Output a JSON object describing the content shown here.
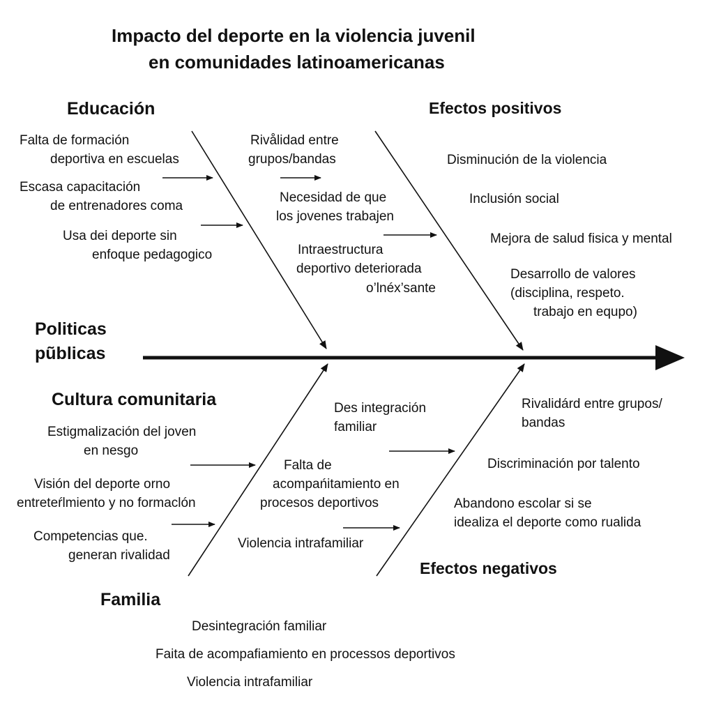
{
  "title": {
    "line1": "Impacto del deporte en la violencia juvenil",
    "line2": "en comunidades latinoamericanas"
  },
  "categories": {
    "educacion": "Educación",
    "efectos_positivos": "Efectos positivos",
    "politicas": {
      "line1": "Politicas",
      "line2": "pũblicas"
    },
    "cultura": "Cultura comunitaria",
    "efectos_negativos": "Efectos negativos",
    "familia": "Familia"
  },
  "educacion_items": [
    {
      "l1": "Falta de formación",
      "l2": "deportiva en escuelas"
    },
    {
      "l1": "Escasa capacitación",
      "l2": "de entrenadores coma"
    },
    {
      "l1": "Usa dei deporte sin",
      "l2": "enfoque pedagogico"
    }
  ],
  "middle_upper_items": [
    {
      "l1": "Rivålidad entre",
      "l2": "grupos/bandas"
    },
    {
      "l1": "Necesidad de que",
      "l2": "los jovenes trabajen"
    },
    {
      "l1": "Intraestructura",
      "l2": "deportivo deteriorada",
      "l3": "o’lnéx’sante"
    }
  ],
  "efectos_positivos_items": [
    "Disminución de la violencia",
    "Inclusión social",
    "Mejora de salud fisica y mental",
    {
      "l1": "Desarrollo de valores",
      "l2": "(disciplina, respeto.",
      "l3": "trabajo en equpo)"
    }
  ],
  "cultura_items": [
    {
      "l1": "Estigmalización del joven",
      "l2": "en nesgo"
    },
    {
      "l1": "Visión del deporte orno",
      "l2": "entreteŕlmiento y no formaclón"
    },
    {
      "l1": "Competencias que.",
      "l2": "generan rivalidad"
    }
  ],
  "middle_lower_items": [
    {
      "l1": "Des integración",
      "l2": "familiar"
    },
    {
      "l1": "Falta de",
      "l2": "acompańitamiento en",
      "l3": "procesos deportivos"
    },
    "Violencia intrafamiliar"
  ],
  "efectos_negativos_items": [
    {
      "l1": "Rivalidárd entre grupos/",
      "l2": "bandas"
    },
    "Discriminación por talento",
    {
      "l1": "Abandono escolar si se",
      "l2": "idealiza el deporte como rualida"
    }
  ],
  "familia_items": [
    "Desintegración familiar",
    "Faita de acompafiamiento en processos deportivos",
    "Violencia intrafamiliar"
  ]
}
